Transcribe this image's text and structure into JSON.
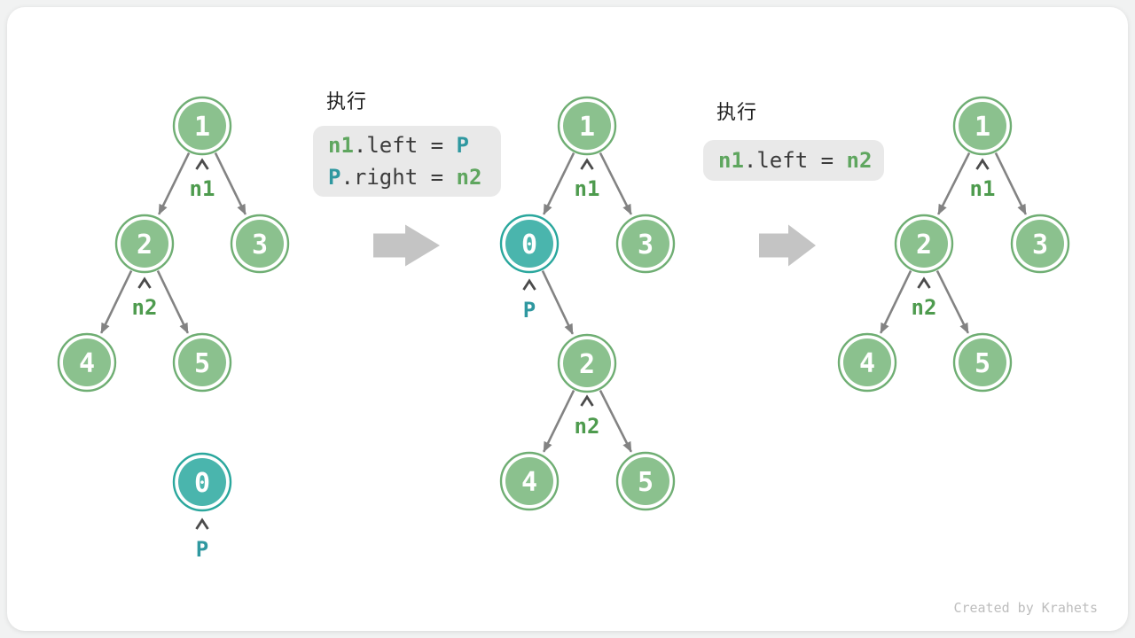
{
  "figure": {
    "watermark": "Created by Krahets",
    "topic": "binary-tree-insert-remove-node"
  },
  "colors": {
    "node_green_fill": "#8bc18e",
    "node_green_stroke": "#6fae73",
    "node_teal_fill": "#4ab5ad",
    "node_teal_stroke": "#2aa79d",
    "pointer_green": "#4e9b4e",
    "pointer_teal": "#2f98a0",
    "code_green": "#5fa65f",
    "code_teal": "#2f98a0",
    "code_text": "#3b3b3b",
    "code_bg": "#e9e9e9",
    "edge_gray": "#838383",
    "block_arrow_gray": "#c4c4c4"
  },
  "panels": [
    {
      "header": "执行",
      "lines": [
        {
          "tokens": [
            {
              "text": "n1",
              "color": "green"
            },
            {
              "text": ".left = ",
              "color": "plain"
            },
            {
              "text": "P",
              "color": "teal"
            }
          ]
        },
        {
          "tokens": [
            {
              "text": "P",
              "color": "teal"
            },
            {
              "text": ".right = ",
              "color": "plain"
            },
            {
              "text": "n2",
              "color": "green"
            }
          ]
        }
      ]
    },
    {
      "header": "执行",
      "lines": [
        {
          "tokens": [
            {
              "text": "n1",
              "color": "green"
            },
            {
              "text": ".left = ",
              "color": "plain"
            },
            {
              "text": "n2",
              "color": "green"
            }
          ]
        }
      ]
    }
  ],
  "transition_arrows": [
    {
      "icon": "right-block-arrow"
    },
    {
      "icon": "right-block-arrow"
    }
  ],
  "trees": [
    {
      "name": "before-insert",
      "nodes": [
        {
          "value": "1"
        },
        {
          "value": "2"
        },
        {
          "value": "3"
        },
        {
          "value": "4"
        },
        {
          "value": "5"
        },
        {
          "value": "0",
          "highlight": true
        }
      ],
      "edges": [
        [
          "1",
          "2"
        ],
        [
          "1",
          "3"
        ],
        [
          "2",
          "4"
        ],
        [
          "2",
          "5"
        ]
      ],
      "pointers": [
        {
          "label": "n1",
          "target": "1"
        },
        {
          "label": "n2",
          "target": "2"
        },
        {
          "label": "P",
          "target": "0"
        }
      ]
    },
    {
      "name": "after-insert",
      "nodes": [
        {
          "value": "1"
        },
        {
          "value": "0",
          "highlight": true
        },
        {
          "value": "3"
        },
        {
          "value": "2"
        },
        {
          "value": "4"
        },
        {
          "value": "5"
        }
      ],
      "edges": [
        [
          "1",
          "0"
        ],
        [
          "1",
          "3"
        ],
        [
          "0",
          "2"
        ],
        [
          "2",
          "4"
        ],
        [
          "2",
          "5"
        ]
      ],
      "pointers": [
        {
          "label": "n1",
          "target": "1"
        },
        {
          "label": "P",
          "target": "0"
        },
        {
          "label": "n2",
          "target": "2"
        }
      ]
    },
    {
      "name": "after-remove",
      "nodes": [
        {
          "value": "1"
        },
        {
          "value": "2"
        },
        {
          "value": "3"
        },
        {
          "value": "4"
        },
        {
          "value": "5"
        }
      ],
      "edges": [
        [
          "1",
          "2"
        ],
        [
          "1",
          "3"
        ],
        [
          "2",
          "4"
        ],
        [
          "2",
          "5"
        ]
      ],
      "pointers": [
        {
          "label": "n1",
          "target": "1"
        },
        {
          "label": "n2",
          "target": "2"
        }
      ]
    }
  ]
}
